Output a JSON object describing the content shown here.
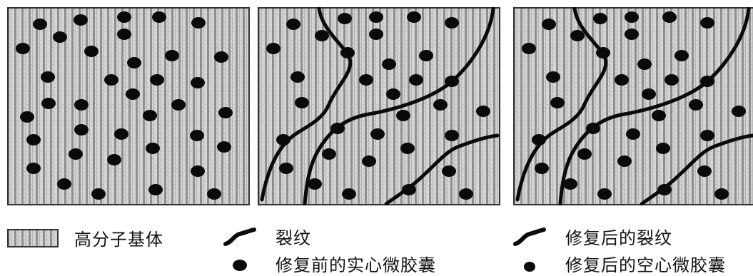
{
  "legend": {
    "matrix": "高分子基体",
    "crack": "裂纹",
    "solid_capsule": "修复前的实心微胶囊",
    "healed_crack": "修复后的裂纹",
    "hollow_capsule": "修复后的空心微胶囊"
  },
  "panels": [
    {
      "name": "before-damage",
      "has_cracks": false
    },
    {
      "name": "cracked",
      "has_cracks": true
    },
    {
      "name": "after-repair",
      "has_cracks": true
    }
  ],
  "colors": {
    "matrix_light": "#d4d4d4",
    "matrix_stripe": "#8a8a8a",
    "ink": "#0a0a0a"
  }
}
